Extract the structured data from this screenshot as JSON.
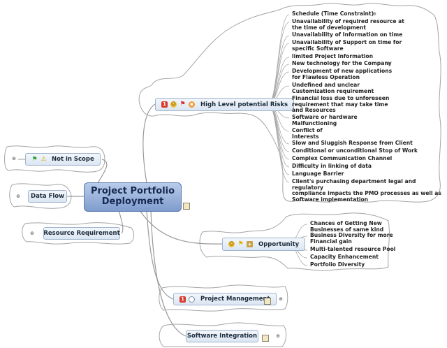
{
  "central": {
    "line1": "Project Portfolio",
    "line2": "Deployment"
  },
  "risks": {
    "label": "High Level potential Risks",
    "icons": [
      "priority-1-icon",
      "smiley-icon",
      "red-flag-icon",
      "gift-icon"
    ],
    "items": [
      [
        "Schedule (Time Constraint)"
      ],
      [
        "Unavailability of required resource at",
        "the time of development"
      ],
      [
        "Unavailability of Information on time"
      ],
      [
        "Unavailability of Support on time for",
        "specific Software"
      ],
      [
        "limited Project Information"
      ],
      [
        "New technology for the Company"
      ],
      [
        "Development of new applications",
        "for Flawless Operation"
      ],
      [
        "Undefined and unclear",
        "Customization requirement"
      ],
      [
        "Financial loss due to unforeseen",
        "requirement that may take time",
        "and Resources"
      ],
      [
        "Software or hardware",
        "Malfunctioning"
      ],
      [
        "Conflict of",
        "Interests"
      ],
      [
        "Slow and Sluggish Response from Client"
      ],
      [
        "Conditional or unconditional Stop of Work"
      ],
      [
        "Complex Communication Channel"
      ],
      [
        "Difficulty in linking of data"
      ],
      [
        "Language Barrier"
      ],
      [
        "Client's purchasing department legal and regulatory",
        "compliance impacts the PMO processes as well as",
        "Software implementation"
      ]
    ]
  },
  "not_in_scope": {
    "label": "Not in Scope"
  },
  "data_flow": {
    "label": "Data Flow"
  },
  "resource_requirement": {
    "label": "Resource Requirement"
  },
  "opportunity": {
    "label": "Opportunity",
    "items": [
      [
        "Chances of Getting New",
        "Businesses of same kind"
      ],
      [
        "Business Diversity for more",
        "Financial gain"
      ],
      [
        "Multi-talented resource Pool"
      ],
      [
        "Capacity Enhancement"
      ],
      [
        "Portfolio Diversity"
      ]
    ]
  },
  "project_management": {
    "label": "Project Management",
    "badge": "1"
  },
  "software_integration": {
    "label": "Software Integration"
  },
  "colors": {
    "link": "#9a9a9a",
    "cloud": "#a4a4a4",
    "node_border": "#9fb4cc",
    "central": "#7f9ccd"
  }
}
